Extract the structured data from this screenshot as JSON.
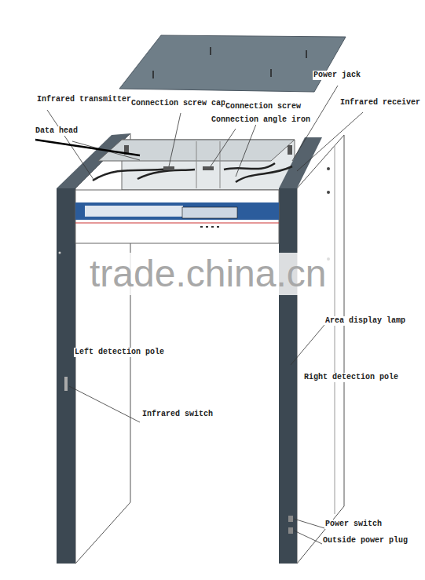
{
  "diagram": {
    "labels": [
      "Infrared transmitter",
      "Connection screw cap",
      "Power jack",
      "Connection screw",
      "Infrared receiver",
      "Connection angle iron",
      "Data head",
      "Left detection pole",
      "Infrared switch",
      "Area display lamp",
      "Right detection pole",
      "Power switch",
      "Outside power plug",
      "trade.china.cn"
    ]
  }
}
